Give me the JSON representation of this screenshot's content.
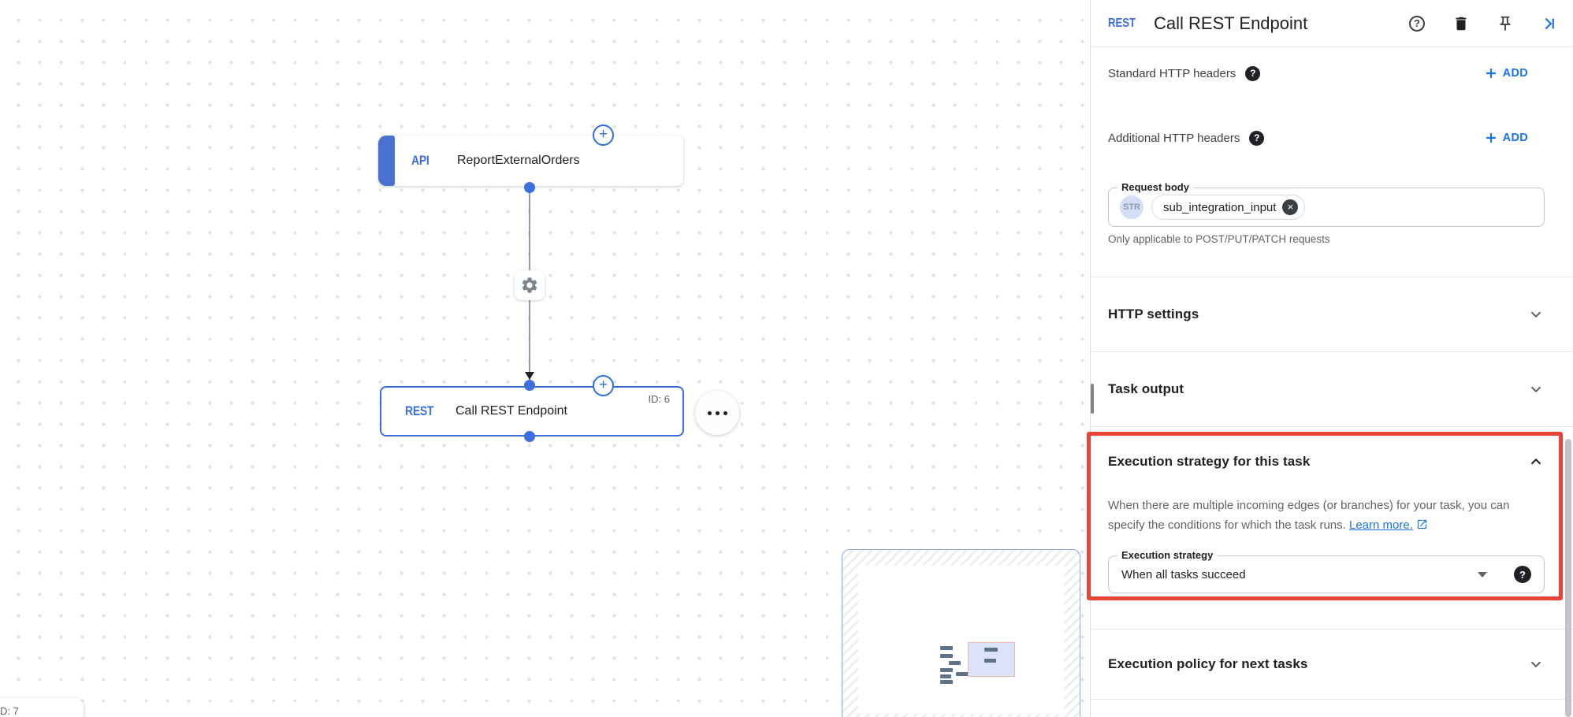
{
  "icons": {
    "help": "?",
    "plus": "+",
    "close": "×"
  },
  "colors": {
    "accent_blue": "#1a73e8",
    "node_blue": "#3b6de8",
    "highlight_red": "#ea4335"
  },
  "canvas": {
    "trigger_node": {
      "badge": "API",
      "label": "ReportExternalOrders"
    },
    "task_node": {
      "badge": "REST",
      "label": "Call REST Endpoint",
      "id_badge": "ID: 6"
    },
    "partial_node": {
      "label": "D: 7"
    }
  },
  "panel": {
    "header": {
      "badge": "REST",
      "title": "Call REST Endpoint"
    },
    "header_rows": [
      {
        "label": "Standard HTTP headers",
        "action": "ADD"
      },
      {
        "label": "Additional HTTP headers",
        "action": "ADD"
      }
    ],
    "request_body": {
      "label": "Request body",
      "type_chip": "STR",
      "value": "sub_integration_input",
      "helper": "Only applicable to POST/PUT/PATCH requests"
    },
    "collapsed_sections": {
      "http_settings": "HTTP settings",
      "task_output": "Task output",
      "execution_policy": "Execution policy for next tasks"
    },
    "execution_strategy": {
      "title": "Execution strategy for this task",
      "description": "When there are multiple incoming edges (or branches) for your task, you can specify the conditions for which the task runs.",
      "link_label": "Learn more.",
      "field_label": "Execution strategy",
      "value": "When all tasks succeed"
    }
  }
}
